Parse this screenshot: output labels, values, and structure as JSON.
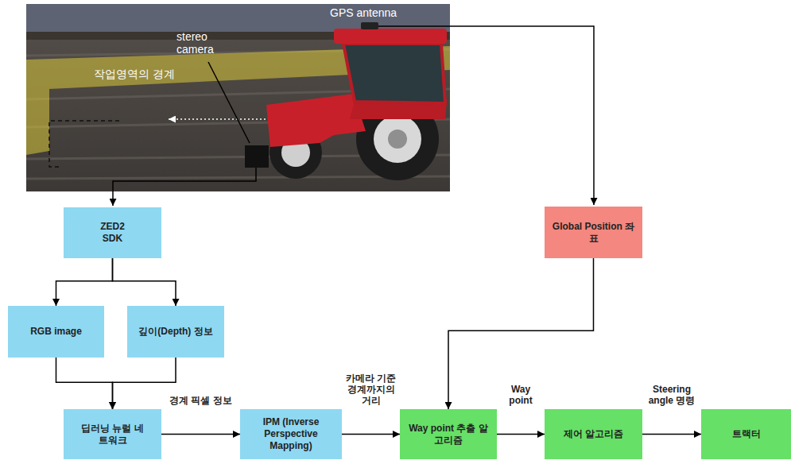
{
  "diagram": {
    "nodes": [
      {
        "text": [
          "ZED2 SDK"
        ]
      },
      {
        "text": [
          "Global Position 좌표"
        ]
      },
      {
        "text": [
          "RGB image"
        ]
      },
      {
        "text": [
          "깊이(Depth) 정보"
        ]
      },
      {
        "text": [
          "딥러닝 뉴럴 네트워크"
        ]
      },
      {
        "text": [
          "IPM (Inverse Perspective Mapping)"
        ]
      },
      {
        "text": [
          "Way point 추출 알고리즘"
        ]
      },
      {
        "text": [
          "제어 알고리즘"
        ]
      },
      {
        "text": [
          "트랙터"
        ]
      }
    ],
    "edges": [
      {
        "from": 0,
        "to": 2,
        "arrow": "to"
      },
      {
        "from": 0,
        "to": 3,
        "arrow": "to"
      },
      {
        "from": 2,
        "to": 4,
        "arrow": "to"
      },
      {
        "from": 3,
        "to": 4,
        "arrow": "to"
      },
      {
        "from": 4,
        "to": 5,
        "label": "경계 픽셀 정보",
        "arrow": "to"
      },
      {
        "from": 5,
        "to": 6,
        "label": "카메라 기준 경계까지의 거리",
        "arrow": "to"
      },
      {
        "from": 1,
        "to": 6,
        "arrow": "to"
      },
      {
        "from": 6,
        "to": 7,
        "label": "Way point",
        "arrow": "to"
      },
      {
        "from": 7,
        "to": 8,
        "label": "Steering angle 명령",
        "arrow": "to"
      }
    ],
    "labels": [
      "GPS antenna",
      "stereo camera",
      "작업영역의 경계"
    ]
  }
}
